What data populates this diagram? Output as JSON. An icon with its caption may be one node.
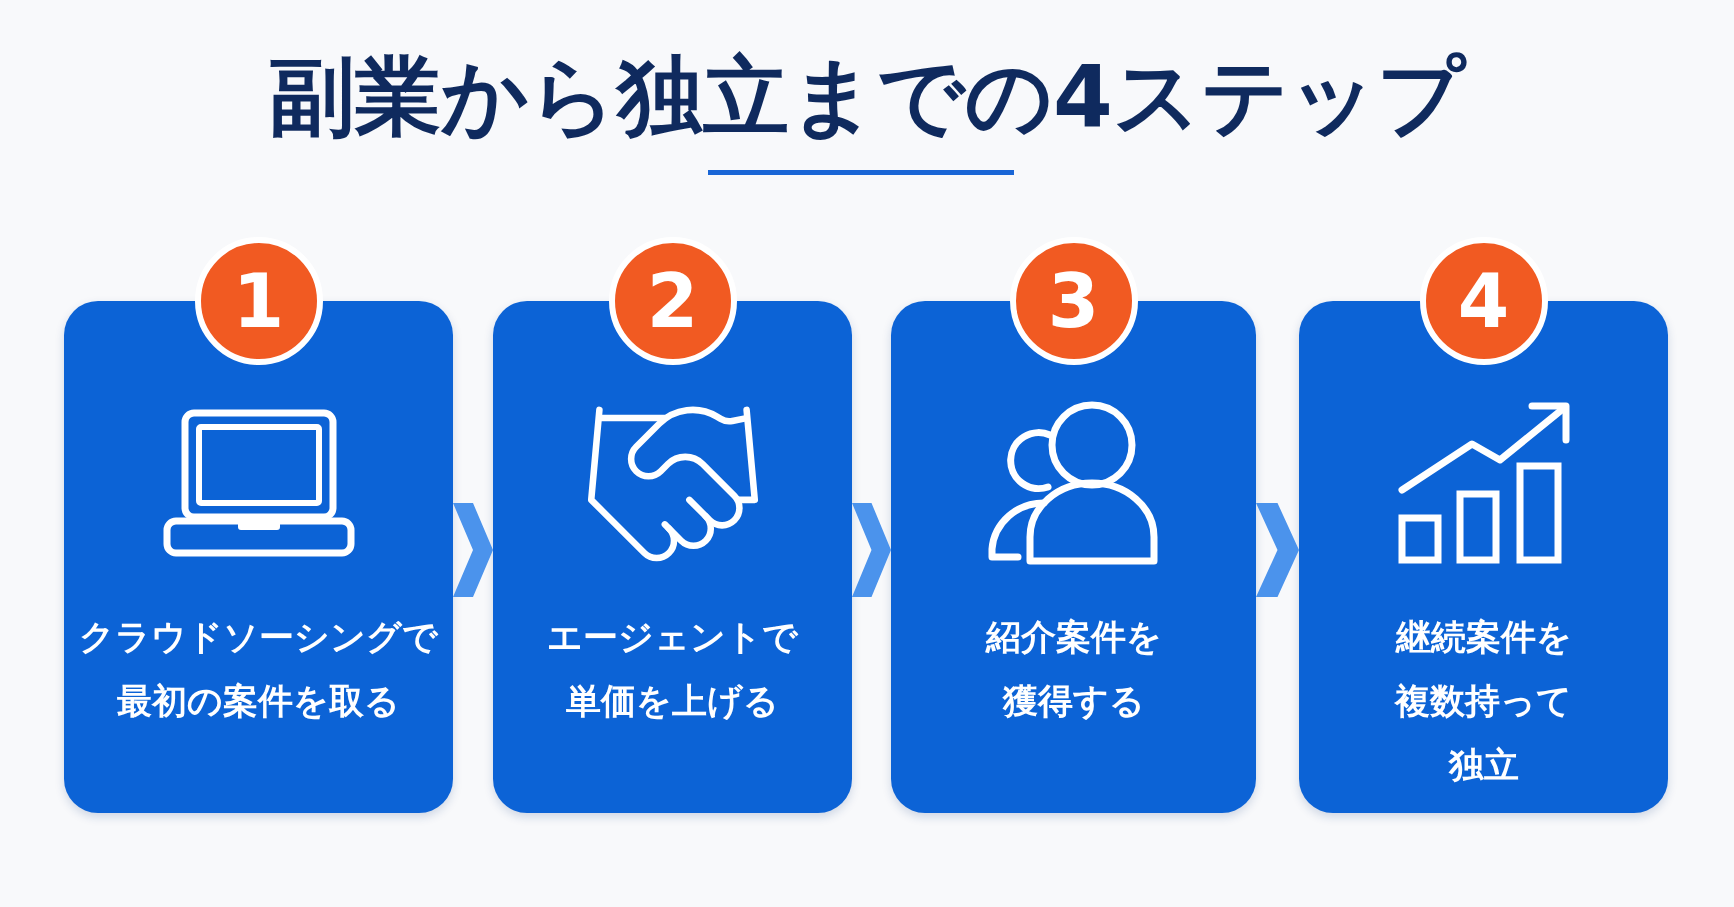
{
  "diagram": {
    "title": "副業から独立までの4ステップ",
    "nodes": [
      {
        "text": [
          "1"
        ]
      },
      {
        "text": [
          "クラウドソーシングで最初の案件を取る"
        ]
      },
      {
        "text": [
          "2"
        ]
      },
      {
        "text": [
          "エージェントで単価を上げる"
        ]
      },
      {
        "text": [
          "3"
        ]
      },
      {
        "text": [
          "紹介案件を獲得する"
        ]
      },
      {
        "text": [
          "4"
        ]
      },
      {
        "text": [
          "継続案件を複数持って独立"
        ]
      }
    ],
    "edges": [
      {
        "from": 1,
        "to": 3,
        "arrow": "to"
      },
      {
        "from": 3,
        "to": 5,
        "arrow": "to"
      },
      {
        "from": 5,
        "to": 7,
        "arrow": "to"
      }
    ]
  }
}
